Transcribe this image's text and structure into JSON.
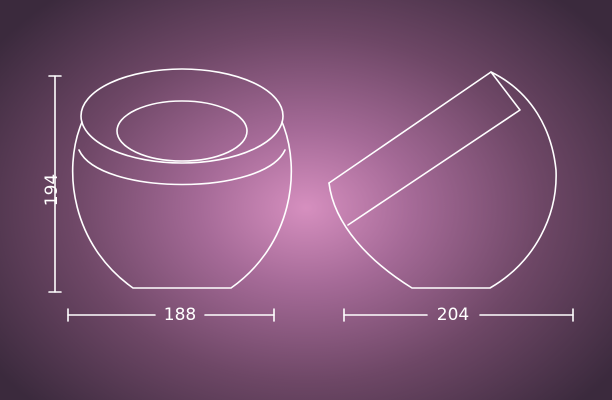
{
  "dimensions": {
    "height_label": "194",
    "front_width_label": "188",
    "side_width_label": "204"
  },
  "colors": {
    "line": "#ffffff",
    "background_center": "#d68fbf",
    "background_edge": "#3b2a3d"
  }
}
